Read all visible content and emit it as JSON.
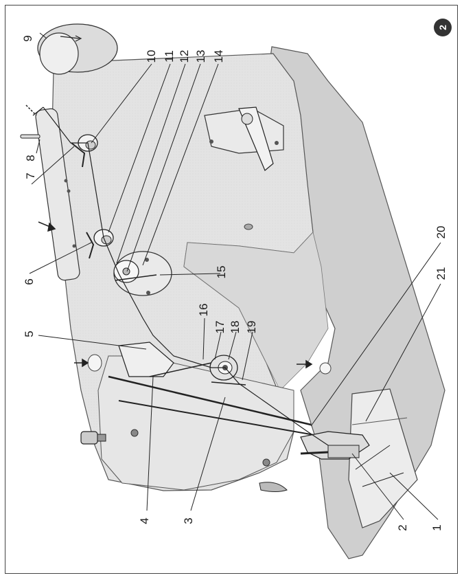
{
  "figure": {
    "badge": "2",
    "callouts": [
      {
        "id": "c1",
        "text": "1"
      },
      {
        "id": "c2",
        "text": "2"
      },
      {
        "id": "c3",
        "text": "3"
      },
      {
        "id": "c4",
        "text": "4"
      },
      {
        "id": "c5",
        "text": "5"
      },
      {
        "id": "c6",
        "text": "6"
      },
      {
        "id": "c7",
        "text": "7"
      },
      {
        "id": "c8",
        "text": "8"
      },
      {
        "id": "c9",
        "text": "9"
      },
      {
        "id": "c10",
        "text": "10"
      },
      {
        "id": "c11",
        "text": "11"
      },
      {
        "id": "c12",
        "text": "12"
      },
      {
        "id": "c13",
        "text": "13"
      },
      {
        "id": "c14",
        "text": "14"
      },
      {
        "id": "c15",
        "text": "15"
      },
      {
        "id": "c16",
        "text": "16"
      },
      {
        "id": "c17",
        "text": "17"
      },
      {
        "id": "c18",
        "text": "18"
      },
      {
        "id": "c19",
        "text": "19"
      },
      {
        "id": "c20",
        "text": "20"
      },
      {
        "id": "c21",
        "text": "21"
      }
    ],
    "colors": {
      "machine_body": "#e2e2e2",
      "machine_shadow": "#c7c7c7",
      "line": "#2a2a2a",
      "badge": "#333333"
    }
  }
}
